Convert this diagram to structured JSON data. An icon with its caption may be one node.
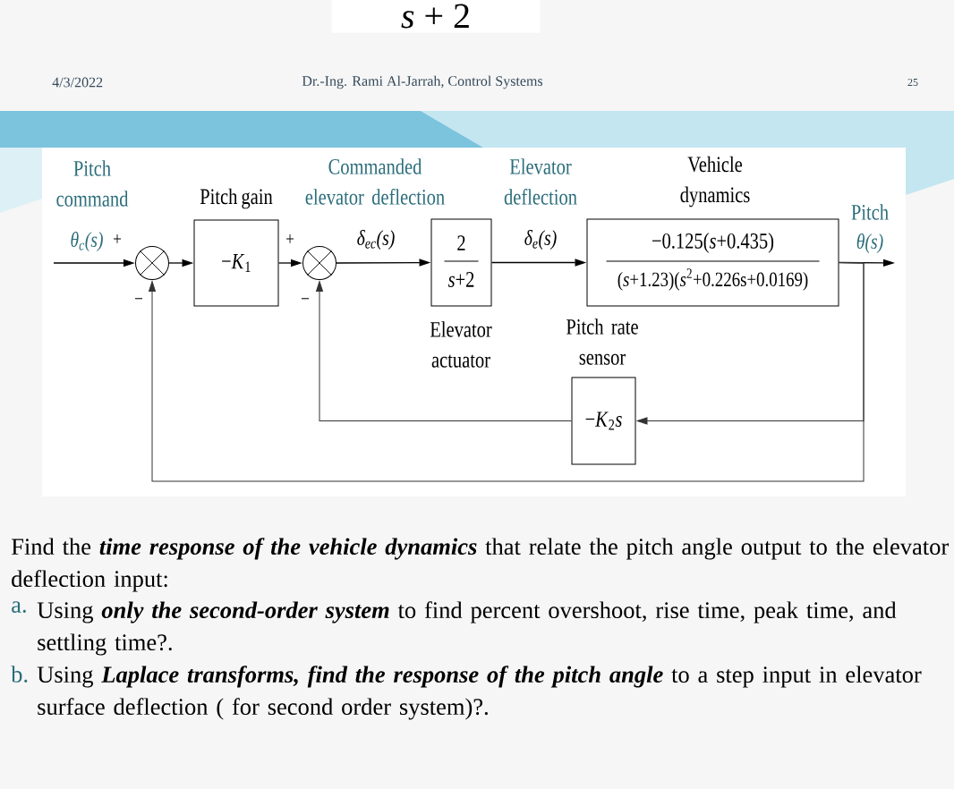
{
  "diagram": {
    "nodes": [
      {
        "text": [],
        "shape": "circle"
      },
      {
        "text": [
          "Pitch gain",
          "−*K*$_{1}$"
        ]
      },
      {
        "text": [],
        "shape": "circle"
      },
      {
        "text": [
          "2",
          "*s*+2"
        ],
        "beside": [
          "Elevator actuator"
        ]
      },
      {
        "text": [
          "Vehicle dynamics",
          "−0.125(*s*+0.435)",
          "(*s*+1.23)(*s*$^{2}$+0.226s+0.0169)"
        ]
      },
      {
        "text": [
          "Pitch rate sensor",
          "−*K*$_{2}$*s*"
        ]
      }
    ],
    "edges": [
      {
        "from": null,
        "to": 0,
        "arrow": "to",
        "label": "θ$_{c}$(s)"
      },
      {
        "from": 0,
        "to": 1,
        "arrow": "to"
      },
      {
        "from": 1,
        "to": 2,
        "arrow": "to"
      },
      {
        "from": 2,
        "to": 3,
        "arrow": "to",
        "label": "δ$_{ec}$(s)"
      },
      {
        "from": 3,
        "to": 4,
        "arrow": "to",
        "label": "δ$_{e}$(s)"
      },
      {
        "from": 4,
        "to": null,
        "arrow": "to",
        "label": "θ(s)"
      },
      {
        "from": 4,
        "to": 5,
        "arrow": "to"
      },
      {
        "from": 5,
        "to": 2,
        "arrow": "to"
      },
      {
        "from": 4,
        "to": 0,
        "arrow": "to"
      }
    ],
    "labels": [
      "*s* + 2",
      "4/3/2022",
      "Dr.-Ing. Rami Al-Jarrah, Control Systems",
      "25",
      "Pitch command",
      "+",
      "−",
      "Commanded elevator deflection",
      "+",
      "−",
      "Elevator deflection",
      "Pitch",
      "Find the **time response of the vehicle dynamics** that relate the pitch angle output to the elevator deflection input:",
      "a.",
      "Using **only the second-order system** to find percent overshoot, rise time, peak time, and settling time?.",
      "b.",
      "Using **Laplace transforms, find the response of the pitch angle** to a step input in elevator surface deflection ( for second order system)?."
    ]
  }
}
